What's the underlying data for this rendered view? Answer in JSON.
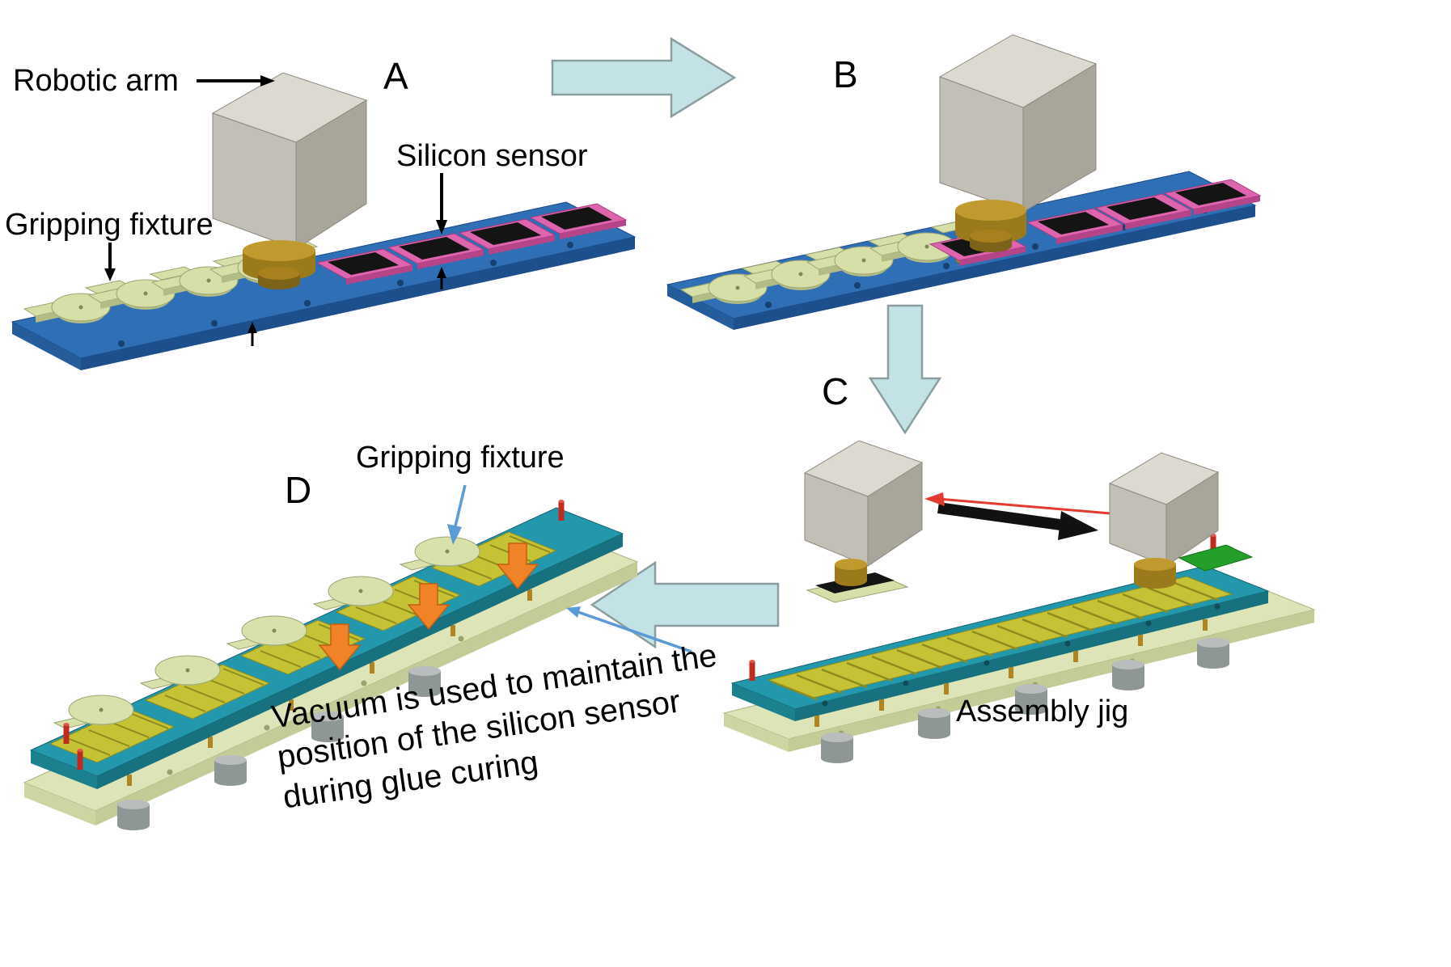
{
  "labels": {
    "panel_a": "A",
    "panel_b": "B",
    "panel_c": "C",
    "panel_d": "D",
    "robotic_arm": "Robotic arm",
    "silicon_sensor": "Silicon sensor",
    "gripping_fixture_a": "Gripping fixture",
    "gripping_fixture_d": "Gripping fixture",
    "assembly_jig": "Assembly jig",
    "vacuum_note": {
      "line1": "Vacuum is used to maintain the",
      "line2": "position of the silicon sensor",
      "line3": "during glue curing"
    }
  },
  "icons": {
    "flow_arrow_right": "process-flow-arrow-right",
    "flow_arrow_down": "process-flow-arrow-down",
    "flow_arrow_left": "process-flow-arrow-left",
    "vacuum_arrow": "vacuum-down-arrow",
    "pointer_arrow": "blue-pointer-arrow",
    "motion_arrow": "robot-motion-arrow"
  },
  "colors": {
    "flow_arrow": "#c2e2e6",
    "base_plate_blue": "#2f6fb5",
    "fixture_green": "#d7dfa9",
    "sensor_black": "#141414",
    "sensor_frame_pink": "#de64ad",
    "robot_gray": "#c2bfb6",
    "suction_gold": "#a8811e",
    "jig_teal": "#2397ac",
    "heater_yellow": "#c6c236",
    "bottom_plate_green": "#dde4b8",
    "vacuum_arrow_orange": "#f08228",
    "pointer_blue": "#5b9bd5",
    "pin_red": "#c22a1e",
    "motion_arrow_red": "#e23a2e"
  }
}
